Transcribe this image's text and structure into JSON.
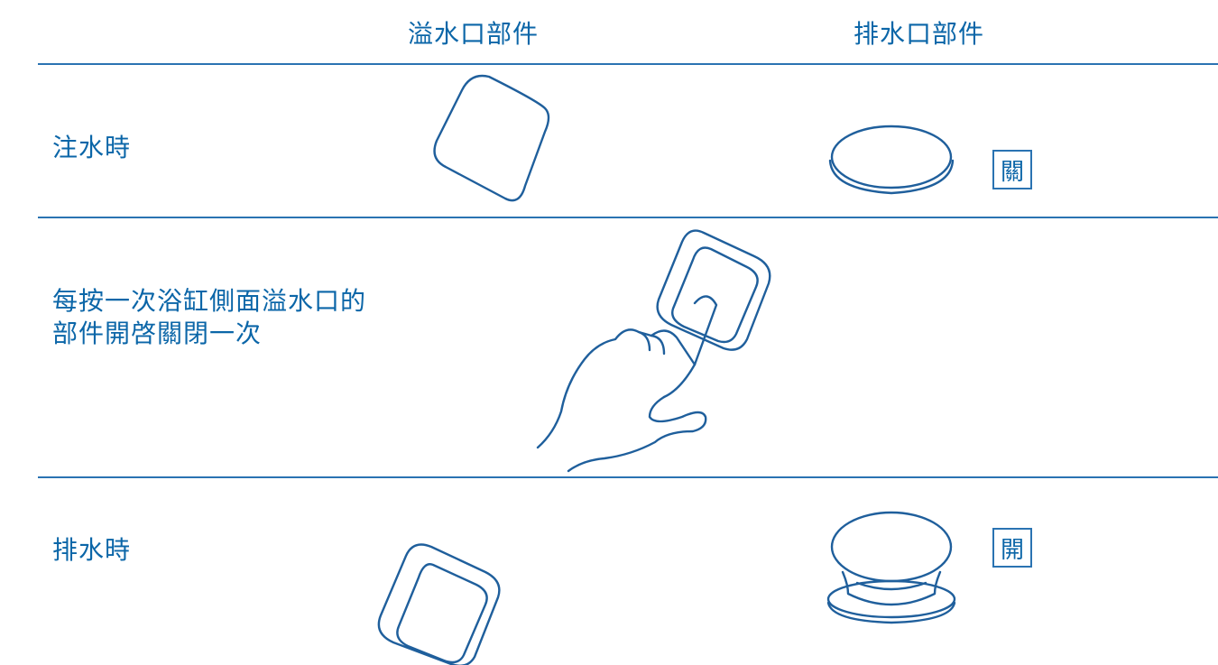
{
  "header": {
    "overflow_part": "溢水口部件",
    "drain_part": "排水口部件"
  },
  "rows": {
    "filling": {
      "label": "注水時",
      "drain_state": "關"
    },
    "pressing": {
      "label_line1": "每按一次浴缸側面溢水口的",
      "label_line2": "部件開啓關閉一次"
    },
    "draining": {
      "label": "排水時",
      "drain_state": "開"
    }
  },
  "colors": {
    "text": "#0b66a8",
    "line": "#2a73b2",
    "stroke": "#1f5f9c"
  }
}
